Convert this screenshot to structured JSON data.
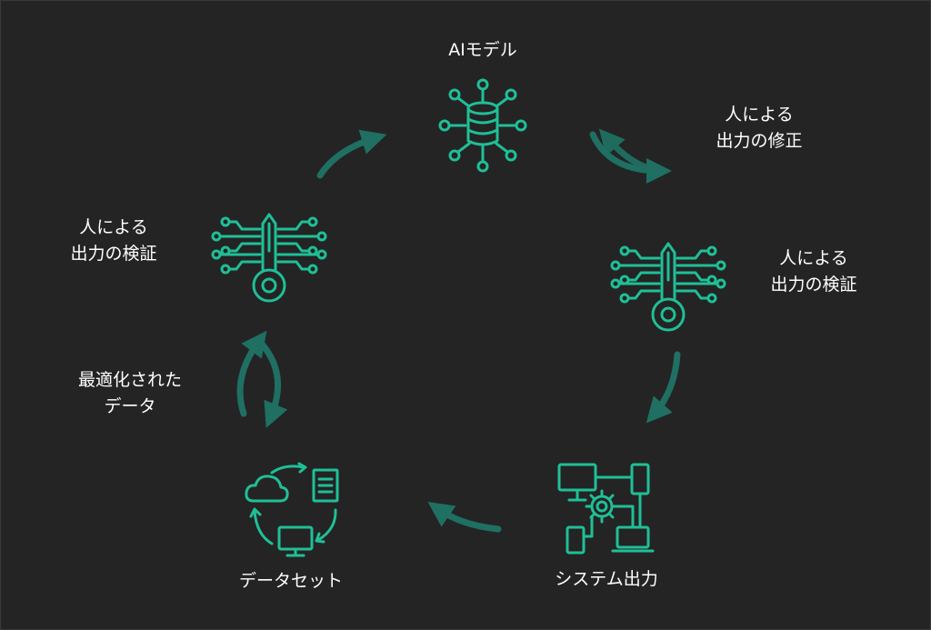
{
  "colors": {
    "background": "#242424",
    "icon": "#1fbf97",
    "arrow": "#1f6f62",
    "text": "#ffffff"
  },
  "nodes": {
    "ai_model": {
      "label": "AIモデル",
      "icon": "database-network-icon"
    },
    "human_correction": {
      "line1": "人による",
      "line2": "出力の修正"
    },
    "human_verification_right": {
      "line1": "人による",
      "line2": "出力の検証",
      "icon": "circuit-key-icon"
    },
    "system_output": {
      "label": "システム出力",
      "icon": "system-devices-gear-icon"
    },
    "dataset": {
      "label": "データセット",
      "icon": "cloud-cycle-icon"
    },
    "optimized_data": {
      "line1": "最適化された",
      "line2": "データ"
    },
    "human_verification_left": {
      "line1": "人による",
      "line2": "出力の検証",
      "icon": "circuit-key-icon"
    }
  }
}
